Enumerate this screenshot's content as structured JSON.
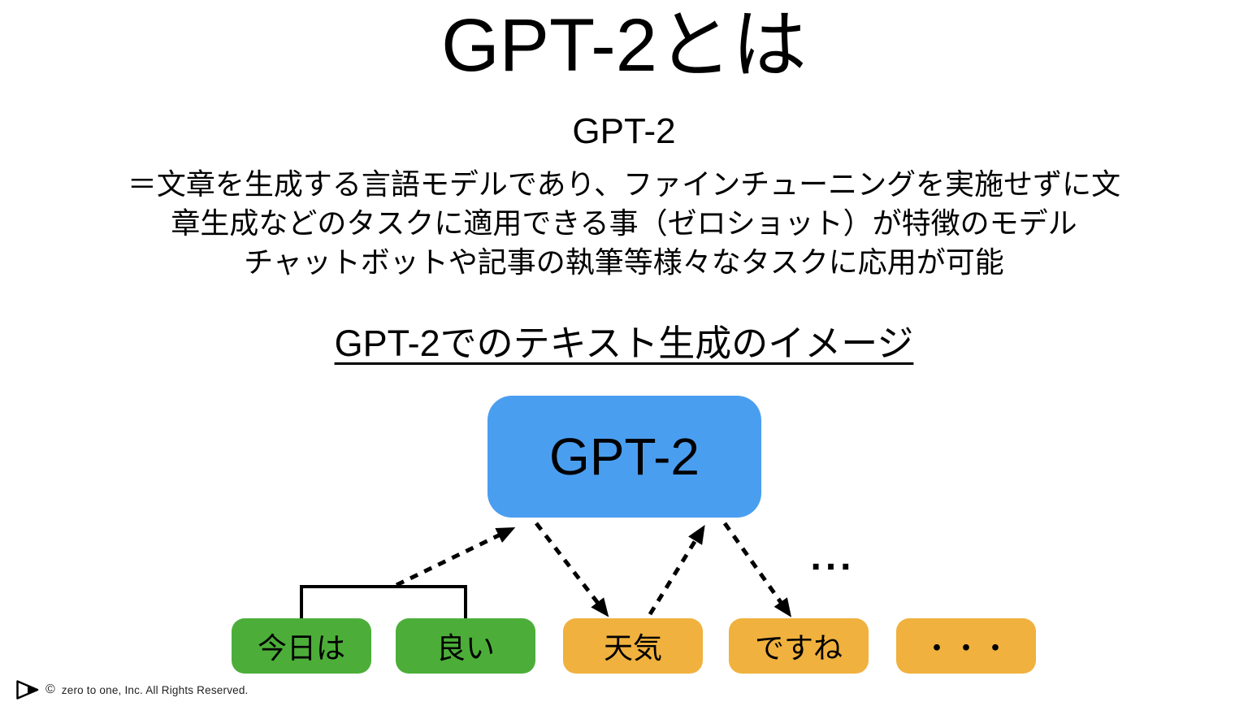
{
  "slide": {
    "title": "GPT-2とは",
    "subtitle": "GPT-2",
    "description_lines": [
      "＝文章を生成する言語モデルであり、ファインチューニングを実施せずに文",
      "章生成などのタスクに適用できる事（ゼロショット）が特徴のモデル",
      "チャットボットや記事の執筆等様々なタスクに応用が可能"
    ],
    "diagram_heading": "GPT-2でのテキスト生成のイメージ"
  },
  "diagram": {
    "model_box": {
      "label": "GPT-2",
      "color": "#4A9EF0"
    },
    "tokens": [
      {
        "label": "今日は",
        "color": "#4CAE39"
      },
      {
        "label": "良い",
        "color": "#4CAE39"
      },
      {
        "label": "天気",
        "color": "#F0B13E"
      },
      {
        "label": "ですね",
        "color": "#F0B13E"
      },
      {
        "label": "・・・",
        "color": "#F0B13E"
      }
    ],
    "ellipsis": "...",
    "arrow_color": "#000000"
  },
  "footer": {
    "copyright_symbol": "©",
    "copyright_text": "zero to one, Inc. All Rights Reserved."
  }
}
